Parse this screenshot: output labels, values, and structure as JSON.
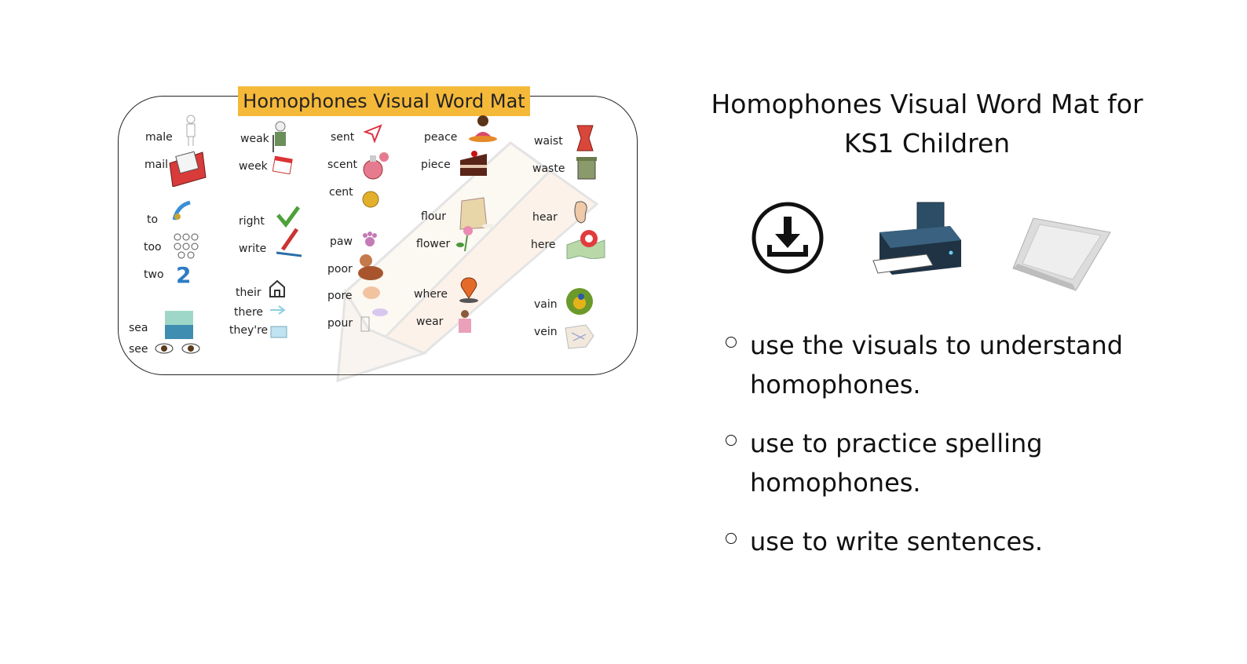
{
  "word_mat": {
    "title": "Homophones Visual  Word Mat",
    "words": [
      "male",
      "mail",
      "to",
      "too",
      "two",
      "sea",
      "see",
      "weak",
      "week",
      "right",
      "write",
      "their",
      "there",
      "they're",
      "sent",
      "scent",
      "cent",
      "paw",
      "poor",
      "pore",
      "pour",
      "peace",
      "piece",
      "flour",
      "flower",
      "where",
      "wear",
      "waist",
      "waste",
      "hear",
      "here",
      "vain",
      "vein"
    ]
  },
  "panel": {
    "heading_line1": "Homophones Visual Word Mat for",
    "heading_line2": "KS1 Children",
    "icons": [
      "download-icon",
      "printer-icon",
      "laminate-pouch-icon"
    ],
    "bullets": [
      "use the visuals to understand homophones.",
      "use to practice spelling homophones.",
      "use to write sentences."
    ]
  },
  "colors": {
    "title_bar": "#f5b93a"
  }
}
